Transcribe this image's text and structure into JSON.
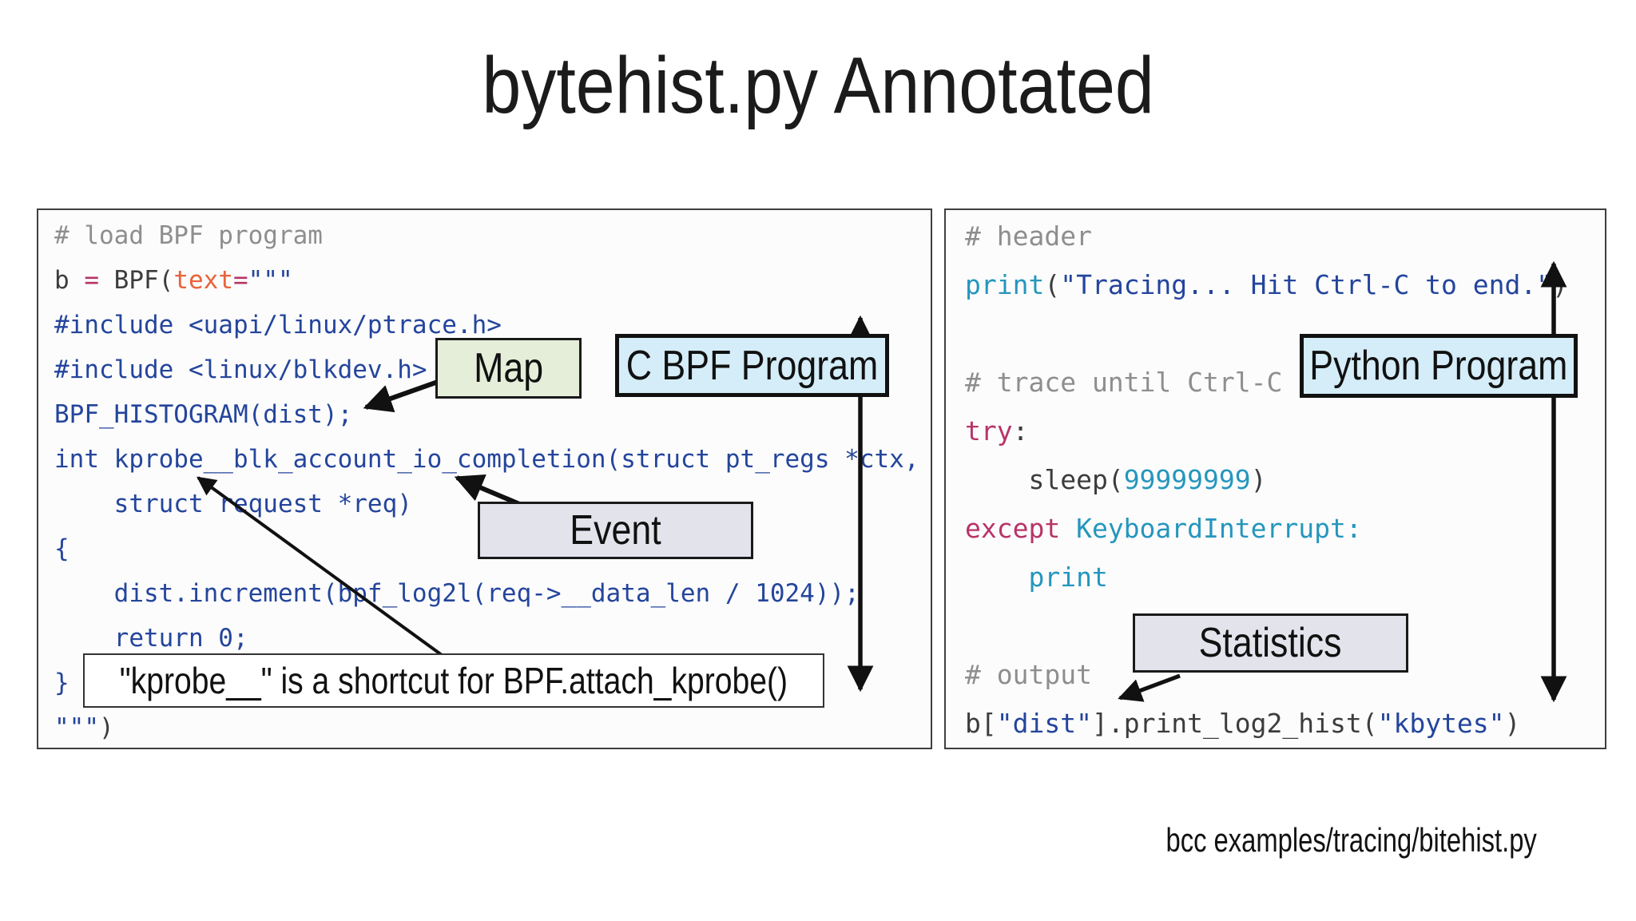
{
  "title": "bytehist.py Annotated",
  "footer": "bcc examples/tracing/bitehist.py",
  "palette": {
    "comment": "#8e8e8e",
    "plain": "#3c3c3c",
    "keyword": "#b73468",
    "param": "#e8633a",
    "blue": "#24459c",
    "builtin": "#2596be",
    "box_green": "#e5eed9",
    "box_cyan": "#d4edf8",
    "box_lavender": "#e3e3ec",
    "arrow_black": "#111111"
  },
  "labels": {
    "map": "Map",
    "c_bpf_program": "C BPF Program",
    "event": "Event",
    "kprobe_note": "\"kprobe__\" is a shortcut for BPF.attach_kprobe()",
    "python_program": "Python Program",
    "statistics": "Statistics"
  },
  "left_panel": {
    "code": [
      [
        [
          "comment",
          "# load BPF program"
        ]
      ],
      [
        [
          "plain",
          "b "
        ],
        [
          "keyword",
          "="
        ],
        [
          "plain",
          " BPF("
        ],
        [
          "param",
          "text"
        ],
        [
          "keyword",
          "="
        ],
        [
          "blue",
          "\"\"\""
        ]
      ],
      [
        [
          "blue",
          "#include <uapi/linux/ptrace.h>"
        ]
      ],
      [
        [
          "blue",
          "#include <linux/blkdev.h>"
        ]
      ],
      [
        [
          "blue",
          "BPF_HISTOGRAM(dist);"
        ]
      ],
      [
        [
          "blue",
          "int kprobe__blk_account_io_completion(struct pt_regs *ctx,"
        ]
      ],
      [
        [
          "blue",
          "    struct request *req)"
        ]
      ],
      [
        [
          "blue",
          "{"
        ]
      ],
      [
        [
          "blue",
          "    dist.increment(bpf_log2l(req->__data_len / 1024));"
        ]
      ],
      [
        [
          "blue",
          "    return 0;"
        ]
      ],
      [
        [
          "blue",
          "}"
        ]
      ],
      [
        [
          "blue",
          "\"\"\""
        ],
        [
          "plain",
          ")"
        ]
      ]
    ]
  },
  "right_panel": {
    "code": [
      [
        [
          "comment",
          "# header"
        ]
      ],
      [
        [
          "builtin",
          "print"
        ],
        [
          "plain",
          "("
        ],
        [
          "blue",
          "\"Tracing... Hit Ctrl-C to end.\""
        ],
        [
          "plain",
          ")"
        ]
      ],
      [],
      [
        [
          "comment",
          "# trace until Ctrl-C"
        ]
      ],
      [
        [
          "keyword",
          "try"
        ],
        [
          "plain",
          ":"
        ]
      ],
      [
        [
          "plain",
          "    sleep("
        ],
        [
          "builtin",
          "99999999"
        ],
        [
          "plain",
          ")"
        ]
      ],
      [
        [
          "keyword",
          "except "
        ],
        [
          "builtin",
          "KeyboardInterrupt:"
        ]
      ],
      [
        [
          "builtin",
          "    print"
        ]
      ],
      [],
      [
        [
          "comment",
          "# output"
        ]
      ],
      [
        [
          "plain",
          "b["
        ],
        [
          "blue",
          "\"dist\""
        ],
        [
          "plain",
          "].print_log2_hist("
        ],
        [
          "blue",
          "\"kbytes\""
        ],
        [
          "plain",
          ")"
        ]
      ]
    ]
  }
}
